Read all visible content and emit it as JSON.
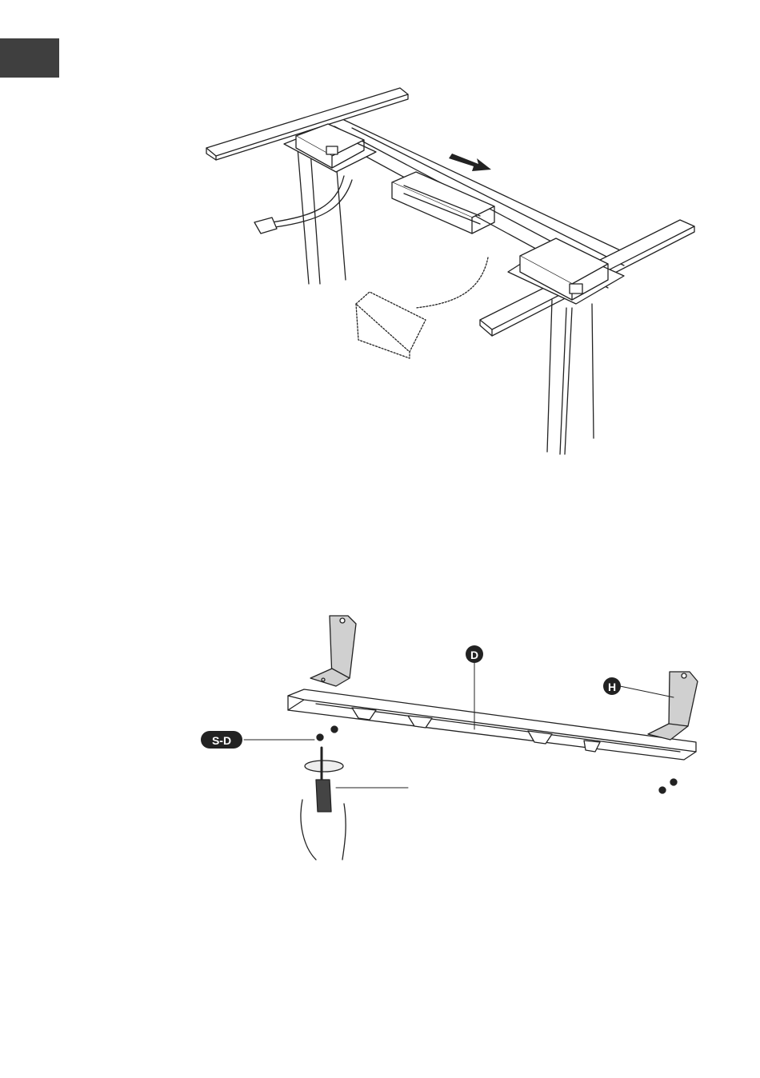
{
  "page": {
    "tab_color": "#3f3f3f"
  },
  "figure2": {
    "callouts": {
      "d": "D",
      "h": "H",
      "sd": "S-D"
    }
  }
}
